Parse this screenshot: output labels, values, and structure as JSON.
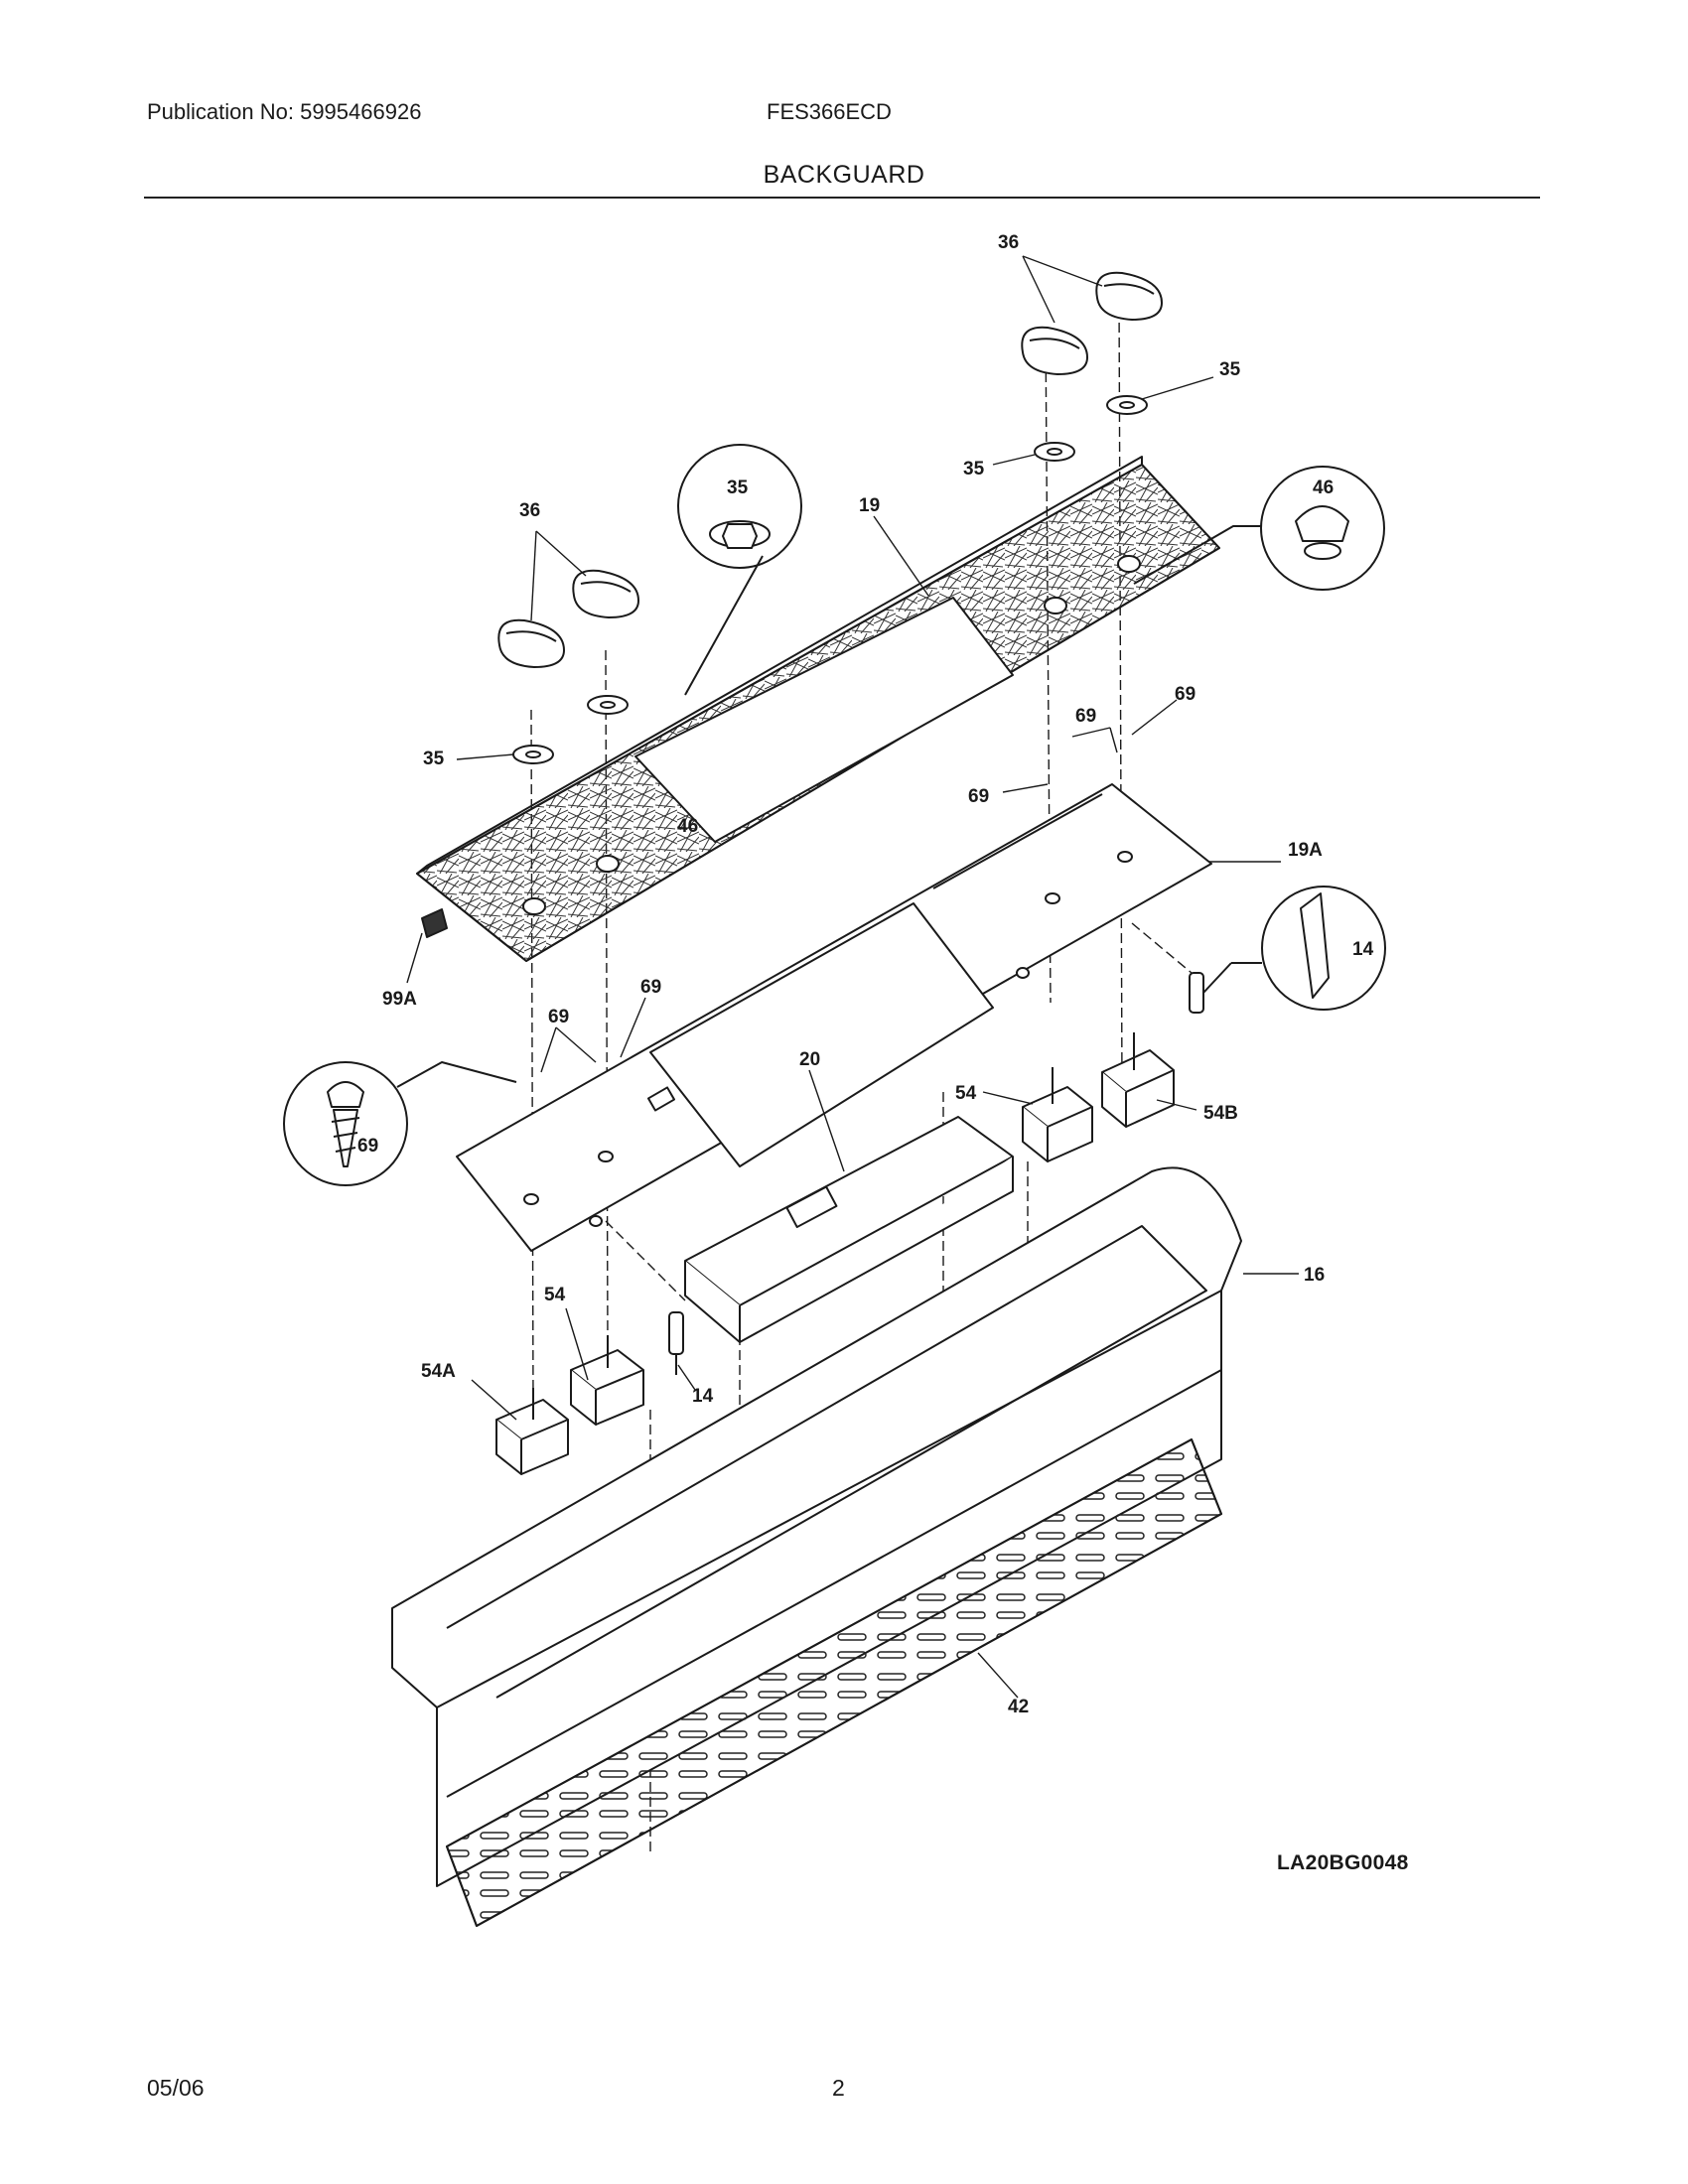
{
  "header": {
    "publication": "Publication No: 5995466926",
    "model": "FES366ECD",
    "section_title": "BACKGUARD"
  },
  "footer": {
    "date": "05/06",
    "page_number": "2"
  },
  "diagram": {
    "drawing_code": "LA20BG0048",
    "part_labels": {
      "knob_right": "36",
      "seal_right_top": "35",
      "seal_right_left": "35",
      "knob_left": "36",
      "seal_inset_left": "35",
      "seal_left": "35",
      "panel_19": "19",
      "clip_46_inset": "46",
      "clip_46_panel": "46",
      "screw_69_a": "69",
      "screw_69_b": "69",
      "screw_69_c": "69",
      "bracket_19a": "19A",
      "lamp_14_inset": "14",
      "tape_99a": "99A",
      "screw_69_d": "69",
      "screw_69_e": "69",
      "screw_69_inset": "69",
      "control_20": "20",
      "switch_54_right": "54",
      "switch_54b": "54B",
      "backguard_16": "16",
      "switch_54_left": "54",
      "switch_54a": "54A",
      "lamp_14_lower": "14",
      "vent_42": "42"
    }
  }
}
